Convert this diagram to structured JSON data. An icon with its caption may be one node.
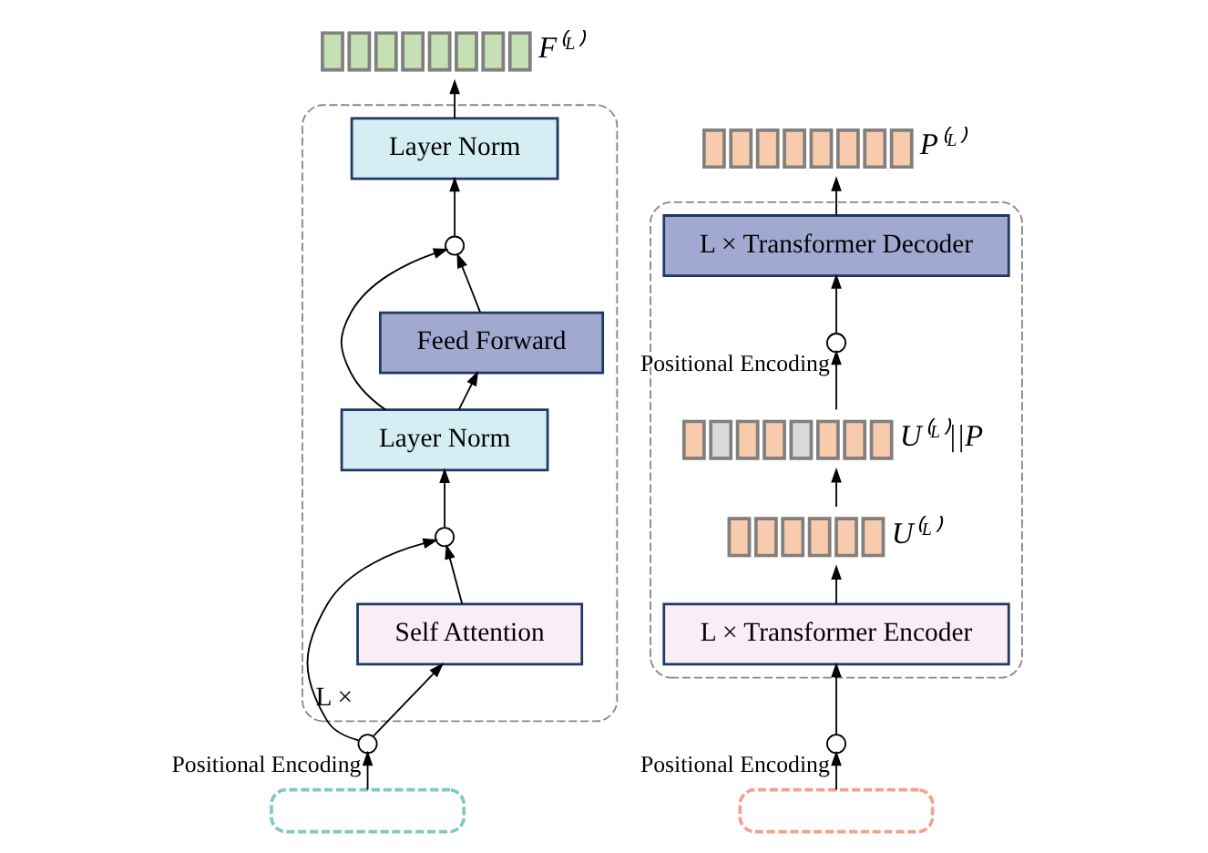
{
  "diagram": {
    "nodes": [
      {
        "text": [
          "L ×"
        ]
      },
      {
        "text": [],
        "shape": "bar",
        "beside": [
          "F⁽ᴸ⁾"
        ]
      },
      {
        "text": [
          "Layer Norm"
        ],
        "in": 0
      },
      {
        "text": [],
        "shape": "circle",
        "in": 0
      },
      {
        "text": [
          "Feed Forward"
        ],
        "in": 0
      },
      {
        "text": [
          "Layer Norm"
        ],
        "in": 0
      },
      {
        "text": [],
        "shape": "circle",
        "in": 0
      },
      {
        "text": [
          "Self Attention"
        ],
        "in": 0
      },
      {
        "text": [],
        "shape": "circle",
        "beside": [
          "Positional Encoding"
        ]
      },
      {
        "text": [],
        "shape": "box"
      },
      {
        "text": [],
        "shape": "box"
      },
      {
        "text": [],
        "shape": "bar",
        "beside": [
          "P⁽ᴸ⁾"
        ]
      },
      {
        "text": [
          "L × Transformer Decoder"
        ],
        "in": 10
      },
      {
        "text": [],
        "shape": "circle",
        "beside": [
          "Positional Encoding"
        ],
        "in": 10
      },
      {
        "text": [],
        "shape": "bar",
        "beside": [
          "U⁽ᴸ⁾||P"
        ],
        "in": 10
      },
      {
        "text": [],
        "shape": "bar",
        "beside": [
          "U⁽ᴸ⁾"
        ],
        "in": 10
      },
      {
        "text": [
          "L × Transformer Encoder"
        ],
        "in": 10
      },
      {
        "text": [],
        "shape": "circle",
        "beside": [
          "Positional Encoding"
        ]
      },
      {
        "text": [],
        "shape": "box"
      }
    ],
    "edges": [
      {
        "from": 9,
        "to": 8,
        "arrow": "to"
      },
      {
        "from": 8,
        "to": 7,
        "arrow": "to"
      },
      {
        "from": 8,
        "to": 6,
        "arrow": "to"
      },
      {
        "from": 7,
        "to": 6,
        "arrow": "to"
      },
      {
        "from": 6,
        "to": 5,
        "arrow": "to"
      },
      {
        "from": 5,
        "to": 4,
        "arrow": "to"
      },
      {
        "from": 5,
        "to": 3,
        "arrow": "to"
      },
      {
        "from": 4,
        "to": 3,
        "arrow": "to"
      },
      {
        "from": 3,
        "to": 2,
        "arrow": "to"
      },
      {
        "from": 2,
        "to": 1,
        "arrow": "to"
      },
      {
        "from": 18,
        "to": 17,
        "arrow": "to"
      },
      {
        "from": 17,
        "to": 16,
        "arrow": "to"
      },
      {
        "from": 16,
        "to": 15,
        "arrow": "to"
      },
      {
        "from": 15,
        "to": 14,
        "arrow": "to"
      },
      {
        "from": 14,
        "to": 13,
        "arrow": "to"
      },
      {
        "from": 13,
        "to": 12,
        "arrow": "to"
      },
      {
        "from": 12,
        "to": 11,
        "arrow": "to"
      }
    ]
  }
}
